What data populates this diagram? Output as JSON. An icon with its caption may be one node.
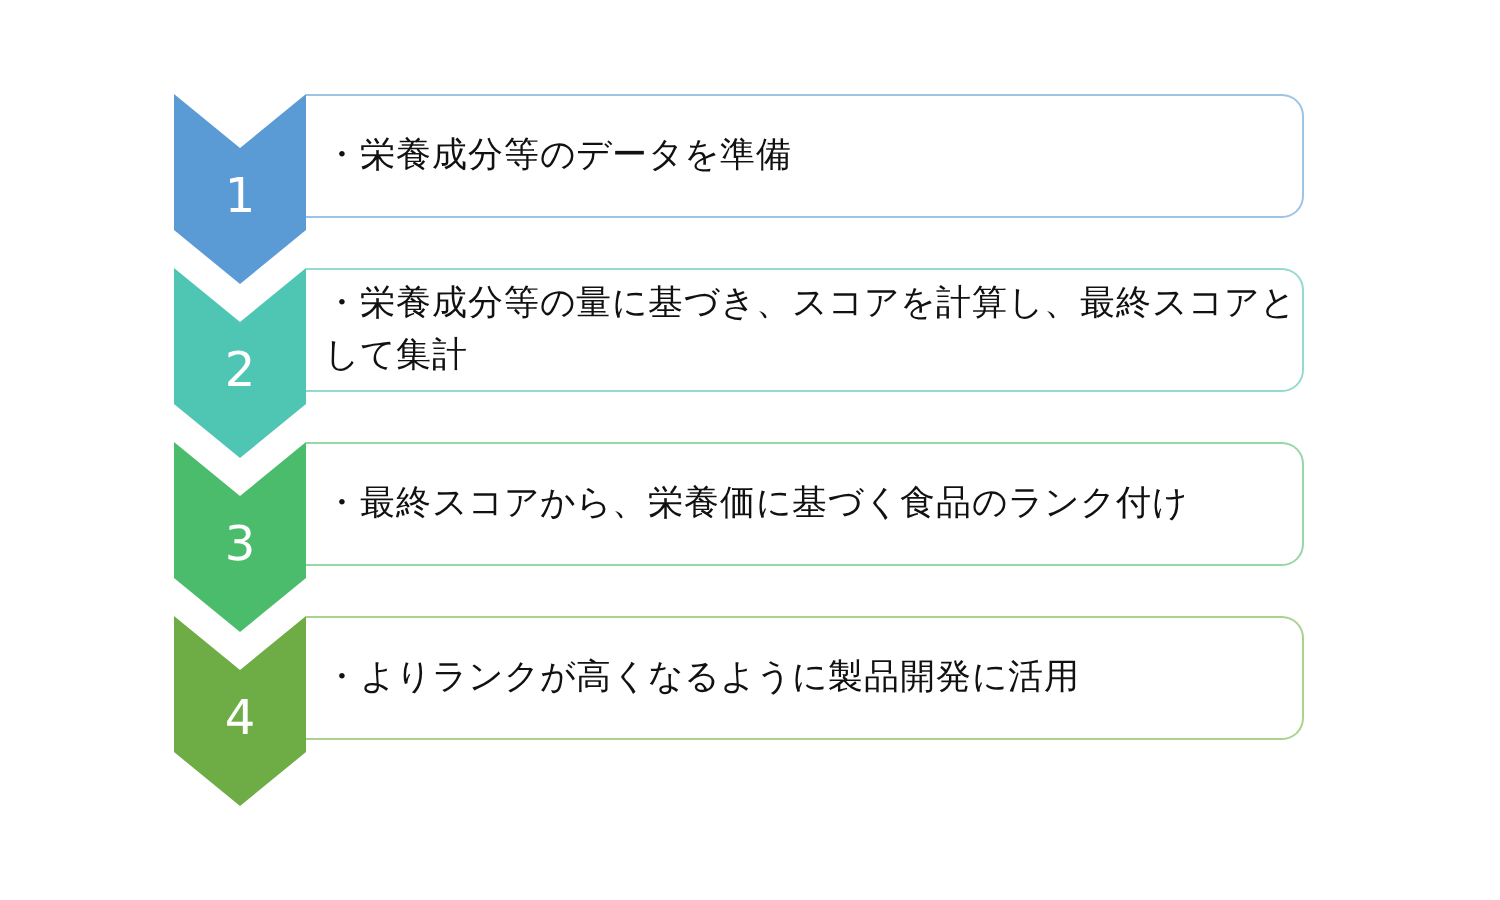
{
  "diagram": {
    "nodes": [
      {
        "text": [
          "1"
        ]
      },
      {
        "text": [
          "・栄養成分等のデータを準備"
        ]
      },
      {
        "text": [
          "2"
        ]
      },
      {
        "text": [
          "・栄養成分等の量に基づき、スコアを計算し、最終スコアとして集計"
        ]
      },
      {
        "text": [
          "3"
        ]
      },
      {
        "text": [
          "・最終スコアから、栄養価に基づく食品のランク付け"
        ]
      },
      {
        "text": [
          "4"
        ]
      },
      {
        "text": [
          "・よりランクが高くなるように製品開発に活用"
        ]
      }
    ]
  }
}
